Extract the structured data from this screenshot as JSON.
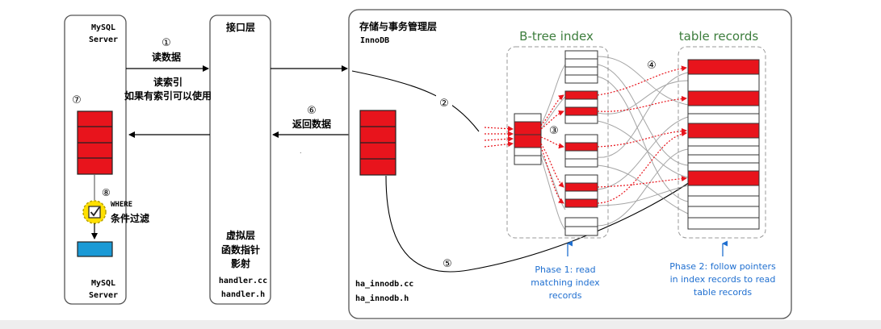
{
  "mysql_server": {
    "top_line1": "MySQL",
    "top_line2": "Server",
    "bottom_line1": "MySQL",
    "bottom_line2": "Server"
  },
  "interface_layer": {
    "title": "接口层",
    "virtual_line1": "虚拟层",
    "virtual_line2": "函数指针",
    "virtual_line3": "影射",
    "file1": "handler.cc",
    "file2": "handler.h"
  },
  "storage_layer": {
    "title": "存储与事务管理层",
    "engine": "InnoDB",
    "file1": "ha_innodb.cc",
    "file2": "ha_innodb.h"
  },
  "steps": {
    "s1_num": "①",
    "s1_label": "读数据",
    "read_index_line1": "读索引",
    "read_index_line2": "如果有索引可以使用",
    "s2_num": "②",
    "s3_num": "③",
    "s4_num": "④",
    "s5_num": "⑤",
    "s6_num": "⑥",
    "s6_label": "返回数据",
    "s7_num": "⑦",
    "s8_num": "⑧",
    "s8_line1": "WHERE",
    "s8_line2": "条件过滤"
  },
  "btree": {
    "title": "B-tree index",
    "phase_line1": "Phase 1: read",
    "phase_line2": "matching index",
    "phase_line3": "records"
  },
  "table_records": {
    "title": "table records",
    "phase_line1": "Phase 2: follow pointers",
    "phase_line2": "in index records to read",
    "phase_line3": "table records"
  },
  "colors": {
    "red": "#e8141c",
    "green_text": "#3c7d3c",
    "blue_text": "#1f6fd0",
    "blue_box": "#1a9ad6",
    "yellow": "#ffe000"
  }
}
